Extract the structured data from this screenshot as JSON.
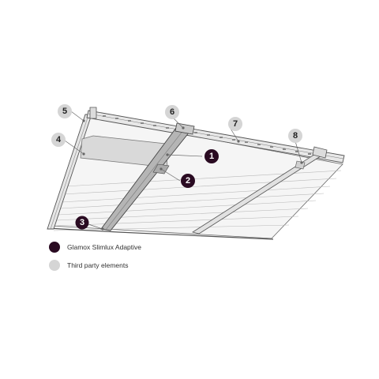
{
  "colors": {
    "glamox": "#2a0b22",
    "third_party": "#d5d5d5",
    "line": "#444444",
    "panel": "#f4f4f4"
  },
  "callouts": [
    {
      "label": "1",
      "type": "glamox"
    },
    {
      "label": "2",
      "type": "glamox"
    },
    {
      "label": "3",
      "type": "glamox"
    },
    {
      "label": "4",
      "type": "third_party"
    },
    {
      "label": "5",
      "type": "third_party"
    },
    {
      "label": "6",
      "type": "third_party"
    },
    {
      "label": "7",
      "type": "third_party"
    },
    {
      "label": "8",
      "type": "third_party"
    }
  ],
  "legend": [
    {
      "label": "Glamox Slimlux Adaptive",
      "type": "glamox"
    },
    {
      "label": "Third party elements",
      "type": "third_party"
    }
  ]
}
